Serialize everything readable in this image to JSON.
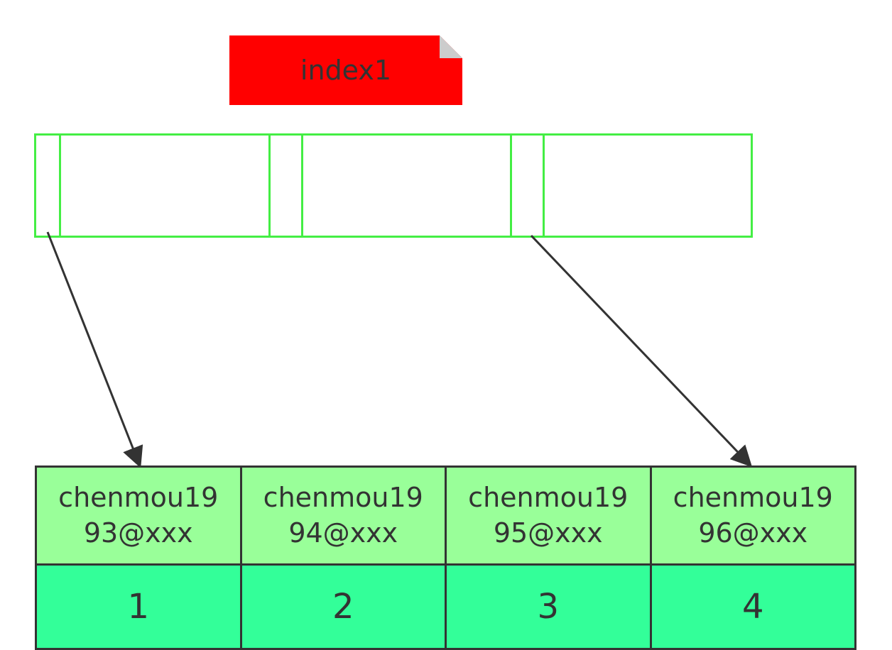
{
  "note": {
    "label": "index1",
    "fill": "#ff0000",
    "fold_fill": "#cccccc"
  },
  "index_node": {
    "border_color": "#44ee44"
  },
  "table": {
    "border_color": "#333333",
    "key_fill": "#99ff99",
    "id_fill": "#33ff99",
    "columns": [
      {
        "key_line1": "chenmou19",
        "key_line2": "93@xxx",
        "id": "1"
      },
      {
        "key_line1": "chenmou19",
        "key_line2": "94@xxx",
        "id": "2"
      },
      {
        "key_line1": "chenmou19",
        "key_line2": "95@xxx",
        "id": "3"
      },
      {
        "key_line1": "chenmou19",
        "key_line2": "96@xxx",
        "id": "4"
      }
    ]
  }
}
